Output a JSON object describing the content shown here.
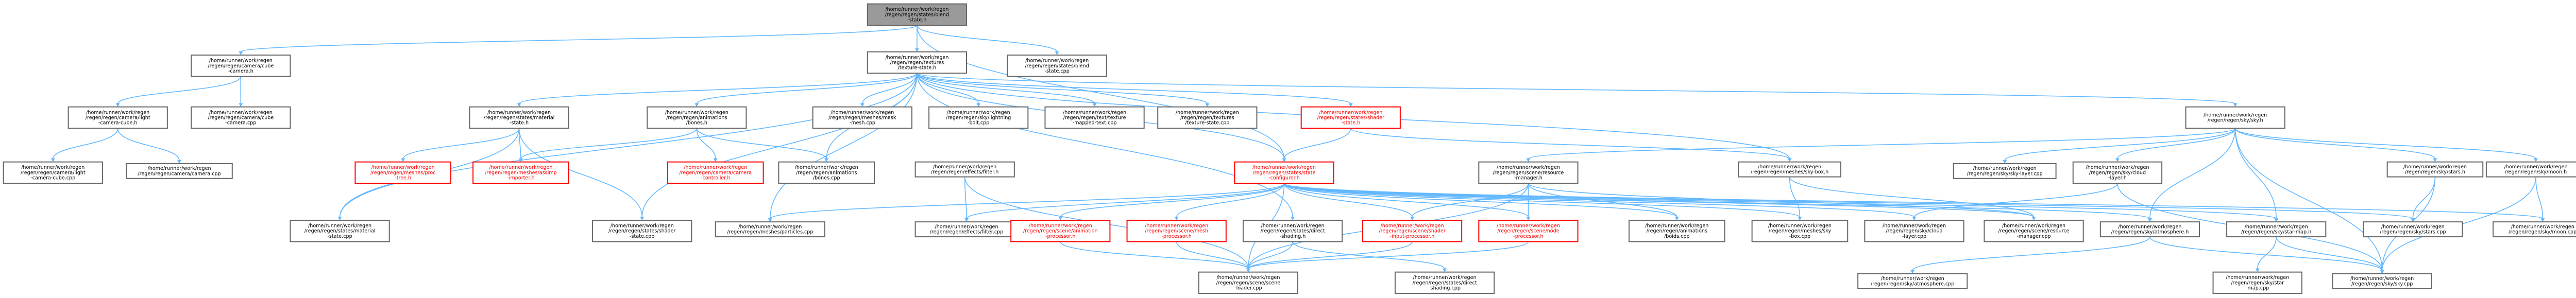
{
  "colors": {
    "edge": "#63b8ff",
    "node_border": "#666666",
    "root_fill": "#9a9a9a",
    "incomplete": "#ff0000"
  },
  "nodes": [
    {
      "id": "n0",
      "lines": [
        "/home/runner/work/regen",
        "/regen/regen/states/blend",
        "-state.h"
      ],
      "style": "root"
    },
    {
      "id": "n1",
      "lines": [
        "/home/runner/work/regen",
        "/regen/regen/camera/cube",
        "-camera.h"
      ]
    },
    {
      "id": "n2",
      "lines": [
        "/home/runner/work/regen",
        "/regen/regen/textures",
        "/texture-state.h"
      ]
    },
    {
      "id": "n3",
      "lines": [
        "/home/runner/work/regen",
        "/regen/regen/states/blend",
        "-state.cpp"
      ]
    },
    {
      "id": "n4",
      "lines": [
        "/home/runner/work/regen",
        "/regen/regen/camera/light",
        "-camera-cube.h"
      ]
    },
    {
      "id": "n5",
      "lines": [
        "/home/runner/work/regen",
        "/regen/regen/camera/cube",
        "-camera.cpp"
      ]
    },
    {
      "id": "n6",
      "lines": [
        "/home/runner/work/regen",
        "/regen/regen/camera/light",
        "-camera-cube.cpp"
      ]
    },
    {
      "id": "n7",
      "lines": [
        "/home/runner/work/regen",
        "/regen/regen/camera/camera.cpp"
      ]
    },
    {
      "id": "n8",
      "lines": [
        "/home/runner/work/regen",
        "/regen/regen/states/material",
        "-state.h"
      ]
    },
    {
      "id": "n9",
      "lines": [
        "/home/runner/work/regen",
        "/regen/regen/animations",
        "/bones.h"
      ]
    },
    {
      "id": "n10",
      "lines": [
        "/home/runner/work/regen",
        "/regen/regen/meshes/mask",
        "-mesh.cpp"
      ]
    },
    {
      "id": "n11",
      "lines": [
        "/home/runner/work/regen",
        "/regen/regen/sky/lightning",
        "-bolt.cpp"
      ]
    },
    {
      "id": "n12",
      "lines": [
        "/home/runner/work/regen",
        "/regen/regen/text/texture",
        "-mapped-text.cpp"
      ]
    },
    {
      "id": "n13",
      "lines": [
        "/home/runner/work/regen",
        "/regen/regen/textures",
        "/texture-state.cpp"
      ]
    },
    {
      "id": "n14",
      "lines": [
        "/home/runner/work/regen",
        "/regen/regen/states/shader",
        "-state.h"
      ],
      "style": "red"
    },
    {
      "id": "n15",
      "lines": [
        "/home/runner/work/regen",
        "/regen/regen/sky/sky.h"
      ]
    },
    {
      "id": "n16",
      "lines": [
        "/home/runner/work/regen",
        "/regen/regen/meshes/proc",
        "-tree.h"
      ],
      "style": "red"
    },
    {
      "id": "n17",
      "lines": [
        "/home/runner/work/regen",
        "/regen/regen/meshes/assimp",
        "-importer.h"
      ],
      "style": "red"
    },
    {
      "id": "n18",
      "lines": [
        "/home/runner/work/regen",
        "/regen/regen/camera/camera",
        "-controller.h"
      ],
      "style": "red"
    },
    {
      "id": "n19",
      "lines": [
        "/home/runner/work/regen",
        "/regen/regen/animations",
        "/bones.cpp"
      ]
    },
    {
      "id": "n20",
      "lines": [
        "/home/runner/work/regen",
        "/regen/regen/effects/filter.h"
      ]
    },
    {
      "id": "n21",
      "lines": [
        "/home/runner/work/regen",
        "/regen/regen/states/state",
        "-configurer.h"
      ],
      "style": "red"
    },
    {
      "id": "n22",
      "lines": [
        "/home/runner/work/regen",
        "/regen/regen/scene/resource",
        "-manager.h"
      ]
    },
    {
      "id": "n23",
      "lines": [
        "/home/runner/work/regen",
        "/regen/regen/meshes/sky-box.h"
      ]
    },
    {
      "id": "n24",
      "lines": [
        "/home/runner/work/regen",
        "/regen/regen/sky/sky-layer.cpp"
      ]
    },
    {
      "id": "n25",
      "lines": [
        "/home/runner/work/regen",
        "/regen/regen/sky/cloud",
        "-layer.h"
      ]
    },
    {
      "id": "n26",
      "lines": [
        "/home/runner/work/regen",
        "/regen/regen/sky/stars.h"
      ]
    },
    {
      "id": "n27",
      "lines": [
        "/home/runner/work/regen",
        "/regen/regen/sky/moon.h"
      ]
    },
    {
      "id": "n28",
      "lines": [
        "/home/runner/work/regen",
        "/regen/regen/states/material",
        "-state.cpp"
      ]
    },
    {
      "id": "n29",
      "lines": [
        "/home/runner/work/regen",
        "/regen/regen/states/shader",
        "-state.cpp"
      ]
    },
    {
      "id": "n30",
      "lines": [
        "/home/runner/work/regen",
        "/regen/regen/meshes/particles.cpp"
      ]
    },
    {
      "id": "n31",
      "lines": [
        "/home/runner/work/regen",
        "/regen/regen/effects/filter.cpp"
      ]
    },
    {
      "id": "n32",
      "lines": [
        "/home/runner/work/regen",
        "/regen/regen/scene/animation",
        "-processor.h"
      ],
      "style": "red"
    },
    {
      "id": "n33",
      "lines": [
        "/home/runner/work/regen",
        "/regen/regen/scene/mesh",
        "-processor.h"
      ],
      "style": "red"
    },
    {
      "id": "n34",
      "lines": [
        "/home/runner/work/regen",
        "/regen/regen/states/direct",
        "-shading.h"
      ]
    },
    {
      "id": "n35",
      "lines": [
        "/home/runner/work/regen",
        "/regen/regen/scene/shader",
        "-input-processor.h"
      ],
      "style": "red"
    },
    {
      "id": "n36",
      "lines": [
        "/home/runner/work/regen",
        "/regen/regen/scene/node",
        "-processor.h"
      ],
      "style": "red"
    },
    {
      "id": "n37",
      "lines": [
        "/home/runner/work/regen",
        "/regen/regen/animations",
        "/boids.cpp"
      ]
    },
    {
      "id": "n38",
      "lines": [
        "/home/runner/work/regen",
        "/regen/regen/meshes/sky",
        "-box.cpp"
      ]
    },
    {
      "id": "n39",
      "lines": [
        "/home/runner/work/regen",
        "/regen/regen/sky/cloud",
        "-layer.cpp"
      ]
    },
    {
      "id": "n40",
      "lines": [
        "/home/runner/work/regen",
        "/regen/regen/scene/resource",
        "-manager.cpp"
      ]
    },
    {
      "id": "n41",
      "lines": [
        "/home/runner/work/regen",
        "/regen/regen/sky/atmosphere.h"
      ]
    },
    {
      "id": "n42",
      "lines": [
        "/home/runner/work/regen",
        "/regen/regen/sky/star-map.h"
      ]
    },
    {
      "id": "n43",
      "lines": [
        "/home/runner/work/regen",
        "/regen/regen/sky/stars.cpp"
      ]
    },
    {
      "id": "n44",
      "lines": [
        "/home/runner/work/regen",
        "/regen/regen/sky/moon.cpp"
      ]
    },
    {
      "id": "n45",
      "lines": [
        "/home/runner/work/regen",
        "/regen/regen/scene/scene",
        "-loader.cpp"
      ]
    },
    {
      "id": "n46",
      "lines": [
        "/home/runner/work/regen",
        "/regen/regen/states/direct",
        "-shading.cpp"
      ]
    },
    {
      "id": "n47",
      "lines": [
        "/home/runner/work/regen",
        "/regen/regen/sky/atmosphere.cpp"
      ]
    },
    {
      "id": "n48",
      "lines": [
        "/home/runner/work/regen",
        "/regen/regen/sky/star",
        "-map.cpp"
      ]
    },
    {
      "id": "n49",
      "lines": [
        "/home/runner/work/regen",
        "/regen/regen/sky/sky.cpp"
      ]
    }
  ],
  "edges": [
    [
      "n0",
      "n1"
    ],
    [
      "n0",
      "n2"
    ],
    [
      "n0",
      "n3"
    ],
    [
      "n0",
      "n21"
    ],
    [
      "n1",
      "n4"
    ],
    [
      "n1",
      "n5"
    ],
    [
      "n4",
      "n6"
    ],
    [
      "n4",
      "n7"
    ],
    [
      "n2",
      "n8"
    ],
    [
      "n2",
      "n9"
    ],
    [
      "n2",
      "n10"
    ],
    [
      "n2",
      "n11"
    ],
    [
      "n2",
      "n12"
    ],
    [
      "n2",
      "n13"
    ],
    [
      "n2",
      "n14"
    ],
    [
      "n2",
      "n15"
    ],
    [
      "n2",
      "n21"
    ],
    [
      "n2",
      "n23"
    ],
    [
      "n2",
      "n28"
    ],
    [
      "n2",
      "n29"
    ],
    [
      "n2",
      "n30"
    ],
    [
      "n2",
      "n34"
    ],
    [
      "n2",
      "n19"
    ],
    [
      "n8",
      "n16"
    ],
    [
      "n8",
      "n17"
    ],
    [
      "n8",
      "n28"
    ],
    [
      "n8",
      "n29"
    ],
    [
      "n9",
      "n17"
    ],
    [
      "n9",
      "n18"
    ],
    [
      "n9",
      "n19"
    ],
    [
      "n14",
      "n21"
    ],
    [
      "n14",
      "n23"
    ],
    [
      "n15",
      "n22"
    ],
    [
      "n15",
      "n24"
    ],
    [
      "n15",
      "n25"
    ],
    [
      "n15",
      "n26"
    ],
    [
      "n15",
      "n27"
    ],
    [
      "n15",
      "n41"
    ],
    [
      "n15",
      "n42"
    ],
    [
      "n15",
      "n49"
    ],
    [
      "n20",
      "n31"
    ],
    [
      "n20",
      "n45"
    ],
    [
      "n21",
      "n32"
    ],
    [
      "n21",
      "n33"
    ],
    [
      "n21",
      "n35"
    ],
    [
      "n21",
      "n36"
    ],
    [
      "n21",
      "n37"
    ],
    [
      "n21",
      "n38"
    ],
    [
      "n21",
      "n39"
    ],
    [
      "n21",
      "n40"
    ],
    [
      "n21",
      "n41"
    ],
    [
      "n21",
      "n42"
    ],
    [
      "n21",
      "n43"
    ],
    [
      "n21",
      "n44"
    ],
    [
      "n21",
      "n45"
    ],
    [
      "n21",
      "n30"
    ],
    [
      "n21",
      "n31"
    ],
    [
      "n22",
      "n40"
    ],
    [
      "n22",
      "n45"
    ],
    [
      "n22",
      "n35"
    ],
    [
      "n22",
      "n36"
    ],
    [
      "n22",
      "n37"
    ],
    [
      "n23",
      "n38"
    ],
    [
      "n23",
      "n40"
    ],
    [
      "n25",
      "n39"
    ],
    [
      "n25",
      "n49"
    ],
    [
      "n26",
      "n43"
    ],
    [
      "n26",
      "n49"
    ],
    [
      "n27",
      "n44"
    ],
    [
      "n27",
      "n49"
    ],
    [
      "n32",
      "n45"
    ],
    [
      "n33",
      "n45"
    ],
    [
      "n34",
      "n45"
    ],
    [
      "n34",
      "n46"
    ],
    [
      "n35",
      "n45"
    ],
    [
      "n36",
      "n45"
    ],
    [
      "n41",
      "n47"
    ],
    [
      "n41",
      "n49"
    ],
    [
      "n42",
      "n48"
    ],
    [
      "n42",
      "n49"
    ]
  ]
}
